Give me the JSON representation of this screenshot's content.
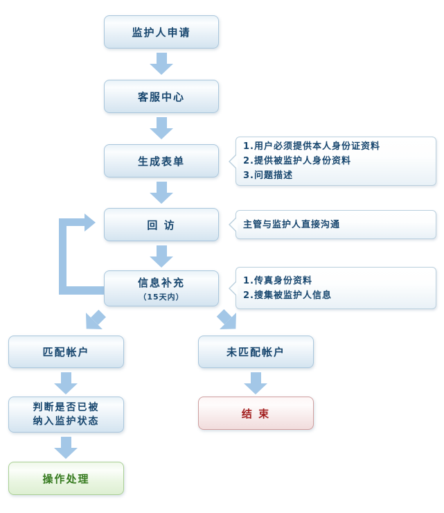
{
  "nodes": {
    "guardian_apply": {
      "label": "监护人申请"
    },
    "service_center": {
      "label": "客服中心"
    },
    "generate_form": {
      "label": "生成表单"
    },
    "callback": {
      "label": "回 访"
    },
    "info_supplement": {
      "label": "信息补充",
      "sublabel": "（15天内）"
    },
    "matched_account": {
      "label": "匹配帐户"
    },
    "unmatched_account": {
      "label": "未匹配帐户"
    },
    "judge_status": {
      "lines": [
        "判断是否已被",
        "纳入监护状态"
      ]
    },
    "end": {
      "label": "结 束"
    },
    "operation": {
      "label": "操作处理"
    }
  },
  "callouts": {
    "form_note": {
      "lines": [
        "1.用户必须提供本人身份证资料",
        "2.提供被监护人身份资料",
        "3.问题描述"
      ]
    },
    "callback_note": {
      "lines": [
        "主管与监护人直接沟通"
      ]
    },
    "supplement_note": {
      "lines": [
        "1.传真身份资料",
        "2.搜集被监护人信息"
      ]
    }
  },
  "colors": {
    "node_border": "#a9c6dc",
    "node_text": "#17466e",
    "arrow_blue": "#a3c7e7",
    "end_border": "#cf9e9e",
    "end_text": "#a32020",
    "green_border": "#a9cf93",
    "green_text": "#357a1e"
  }
}
